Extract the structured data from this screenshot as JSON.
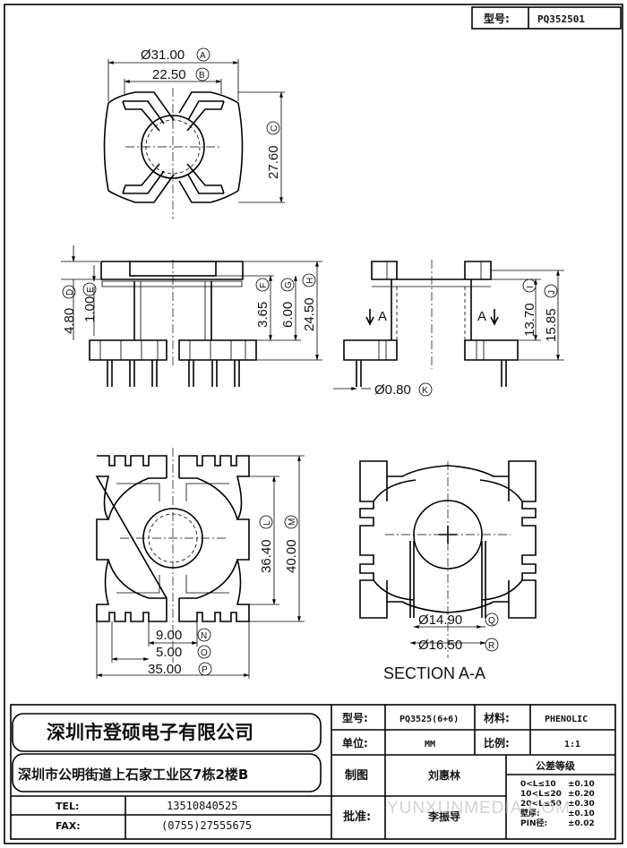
{
  "header": {
    "model_label": "型号:",
    "model_value": "PQ352501"
  },
  "top_view": {
    "d_od": {
      "value": "Ø31.00",
      "tag": "A"
    },
    "d_w": {
      "value": "22.50",
      "tag": "B"
    },
    "d_h": {
      "value": "27.60",
      "tag": "C"
    }
  },
  "side_view": {
    "d_d": {
      "value": "4.80",
      "tag": "D"
    },
    "d_e": {
      "value": "1.00",
      "tag": "E"
    },
    "d_f": {
      "value": "3.65",
      "tag": "F"
    },
    "d_g": {
      "value": "6.00",
      "tag": "G"
    },
    "d_h": {
      "value": "24.50",
      "tag": "H"
    }
  },
  "front_view": {
    "section_mark": "A",
    "d_i": {
      "value": "13.70",
      "tag": "I"
    },
    "d_j": {
      "value": "15.85",
      "tag": "J"
    },
    "d_k": {
      "value": "Ø0.80",
      "tag": "K"
    }
  },
  "bottom_view": {
    "d_l": {
      "value": "36.40",
      "tag": "L"
    },
    "d_m": {
      "value": "40.00",
      "tag": "M"
    },
    "d_n": {
      "value": "9.00",
      "tag": "N"
    },
    "d_o": {
      "value": "5.00",
      "tag": "O"
    },
    "d_p": {
      "value": "35.00",
      "tag": "P"
    }
  },
  "section_view": {
    "d_q": {
      "value": "Ø14.90",
      "tag": "Q"
    },
    "d_r": {
      "value": "Ø16.50",
      "tag": "R"
    },
    "title": "SECTION A-A"
  },
  "title_block": {
    "company": "深圳市登硕电子有限公司",
    "address": "深圳市公明街道上石家工业区7栋2楼B",
    "tel_label": "TEL:",
    "tel_value": "13510840525",
    "fax_label": "FAX:",
    "fax_value": "(0755)27555675",
    "model_label": "型号:",
    "model_value": "PQ3525(6+6)",
    "material_label": "材料:",
    "material_value": "PHENOLIC",
    "unit_label": "单位:",
    "unit_value": "MM",
    "scale_label": "比例:",
    "scale_value": "1:1",
    "drawn_label": "制图",
    "drawn_value": "刘惠林",
    "approved_label": "批准:",
    "approved_value": "李振导",
    "tolerance_title": "公差等级",
    "tolerances": [
      {
        "range": "0<L≤10",
        "value": "±0.10"
      },
      {
        "range": "10<L≤20",
        "value": "±0.20"
      },
      {
        "range": "20<L≤50",
        "value": "±0.30"
      },
      {
        "range": "壁厚:",
        "value": "±0.10"
      },
      {
        "range": "PIN径:",
        "value": "±0.02"
      }
    ],
    "watermark": "YUNXUNMEDIA.COM"
  }
}
